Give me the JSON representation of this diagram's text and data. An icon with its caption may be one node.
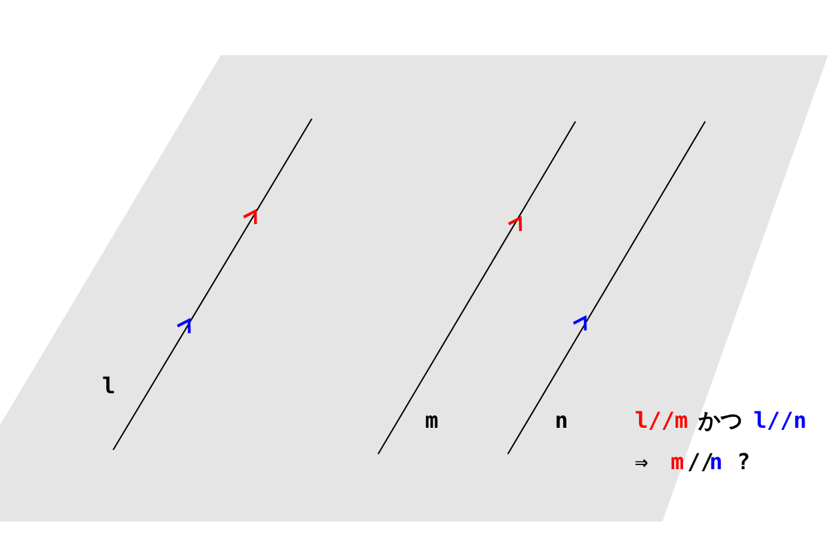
{
  "diagram": {
    "labels": [
      "l",
      "m",
      "n",
      "l//m",
      "かつ",
      "l//n",
      "⇒",
      "m",
      "//",
      "n",
      "?"
    ]
  }
}
